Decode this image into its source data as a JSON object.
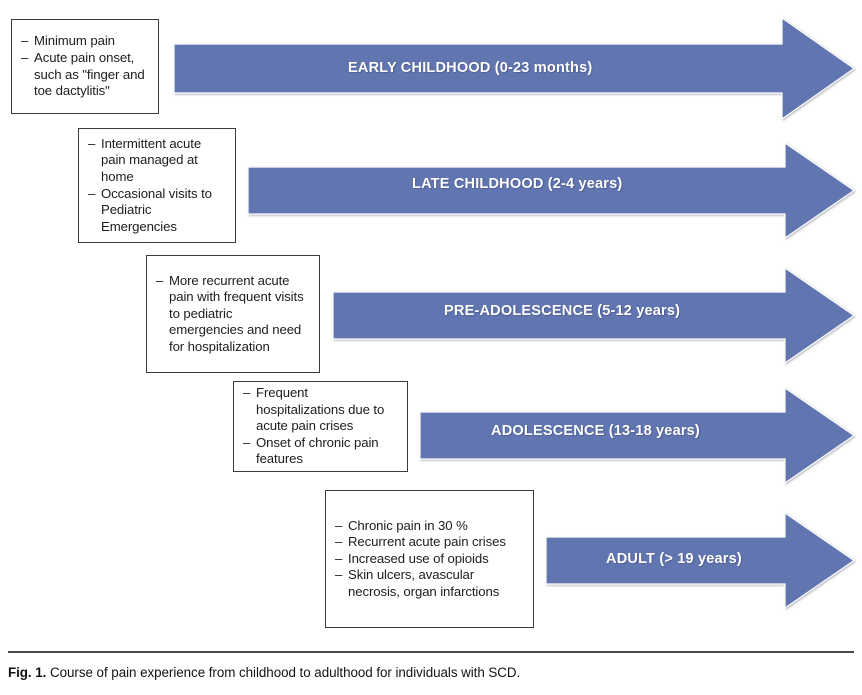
{
  "figure": {
    "caption_label": "Fig. 1.",
    "caption_text": "Course of pain experience from childhood to adulthood for individuals with SCD.",
    "accent_color": "#6175B0",
    "box_border_color": "#3b3b3b",
    "label_color": "#FFFFFF"
  },
  "stages": [
    {
      "id": "early-childhood",
      "arrow_label": "EARLY CHILDHOOD (0-23 months)",
      "bullets": [
        "Minimum pain",
        "Acute pain onset, such as \"finger and toe dactylitis\""
      ]
    },
    {
      "id": "late-childhood",
      "arrow_label": "LATE CHILDHOOD (2-4 years)",
      "bullets": [
        "Intermittent acute pain managed at home",
        "Occasional visits to Pediatric Emergencies"
      ]
    },
    {
      "id": "pre-adolescence",
      "arrow_label": "PRE-ADOLESCENCE (5-12 years)",
      "bullets": [
        "More recurrent acute pain with frequent visits to pediatric emergencies and need for hospitalization"
      ]
    },
    {
      "id": "adolescence",
      "arrow_label": "ADOLESCENCE (13-18 years)",
      "bullets": [
        "Frequent hospitalizations due to acute pain crises",
        "Onset of chronic pain features"
      ]
    },
    {
      "id": "adult",
      "arrow_label": "ADULT (> 19 years)",
      "bullets": [
        "Chronic pain in 30 %",
        "Recurrent acute pain crises",
        "Increased use of opioids",
        "Skin ulcers, avascular necrosis, organ infarctions"
      ]
    }
  ]
}
